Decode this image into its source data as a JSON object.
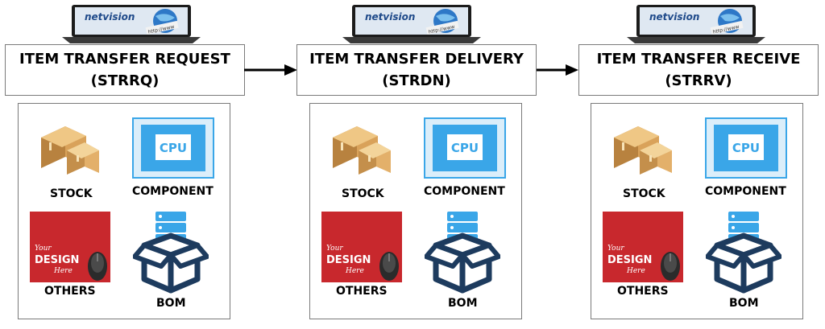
{
  "brand": {
    "name": "netvision",
    "tagline": "http://www"
  },
  "stages": [
    {
      "title": "ITEM TRANSFER REQUEST",
      "code": "(STRRQ)"
    },
    {
      "title": "ITEM TRANSFER DELIVERY",
      "code": "(STRDN)"
    },
    {
      "title": "ITEM TRANSFER RECEIVE",
      "code": "(STRRV)"
    }
  ],
  "items": {
    "stock": "STOCK",
    "component": "COMPONENT",
    "others": "OTHERS",
    "bom": "BOM"
  },
  "icon_text": {
    "cpu": "CPU",
    "design_your": "Your",
    "design_main": "DESIGN",
    "design_here": "Here"
  },
  "colors": {
    "box_border": "#7a7a7a",
    "cpu_blue": "#3aa6e8",
    "bom_navy": "#1d3b5e",
    "others_red": "#c8282d",
    "cardboard": "#d9a25a"
  }
}
